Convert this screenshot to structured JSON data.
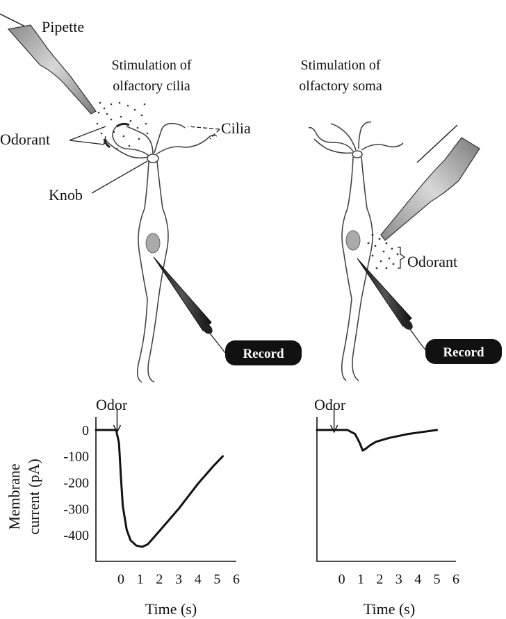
{
  "figure": {
    "left_panel": {
      "title_line1": "Stimulation of",
      "title_line2": "olfactory cilia",
      "labels": {
        "pipette": "Pipette",
        "odorant": "Odorant",
        "cilia": "Cilia",
        "knob": "Knob",
        "record": "Record"
      }
    },
    "right_panel": {
      "title_line1": "Stimulation of",
      "title_line2": "olfactory soma",
      "labels": {
        "odorant": "Odorant",
        "record": "Record"
      }
    }
  },
  "chart_data": [
    {
      "type": "line",
      "panel": "cilia",
      "annotation": "Odor",
      "odor_time": -0.2,
      "ylabel_line1": "Membrane",
      "ylabel_line2": "current (pA)",
      "xlabel": "Time (s)",
      "xlim": [
        -1.3,
        6
      ],
      "ylim": [
        -500,
        50
      ],
      "x_ticks": [
        "0",
        "1",
        "2",
        "3",
        "4",
        "5",
        "6"
      ],
      "y_ticks": [
        "0",
        "-100",
        "-200",
        "-300",
        "-400"
      ],
      "series": [
        {
          "x": [
            -1.3,
            -0.25,
            -0.1,
            0.0,
            0.1,
            0.3,
            0.5,
            0.8,
            1.1,
            1.4,
            2.0,
            3.0,
            4.0,
            4.8,
            5.3
          ],
          "y": [
            0,
            0,
            -50,
            -180,
            -290,
            -380,
            -420,
            -440,
            -445,
            -435,
            -385,
            -300,
            -205,
            -138,
            -100
          ]
        }
      ]
    },
    {
      "type": "line",
      "panel": "soma",
      "annotation": "Odor",
      "odor_time": -0.4,
      "xlabel": "Time (s)",
      "xlim": [
        -1.3,
        6
      ],
      "ylim": [
        -500,
        50
      ],
      "x_ticks": [
        "0",
        "1",
        "2",
        "3",
        "4",
        "5",
        "6"
      ],
      "series": [
        {
          "x": [
            -1.3,
            0.3,
            0.7,
            0.95,
            1.1,
            1.25,
            1.5,
            1.8,
            2.5,
            3.5,
            4.5,
            5.0
          ],
          "y": [
            0,
            0,
            -15,
            -50,
            -78,
            -72,
            -58,
            -45,
            -30,
            -15,
            -5,
            0
          ]
        }
      ]
    }
  ]
}
